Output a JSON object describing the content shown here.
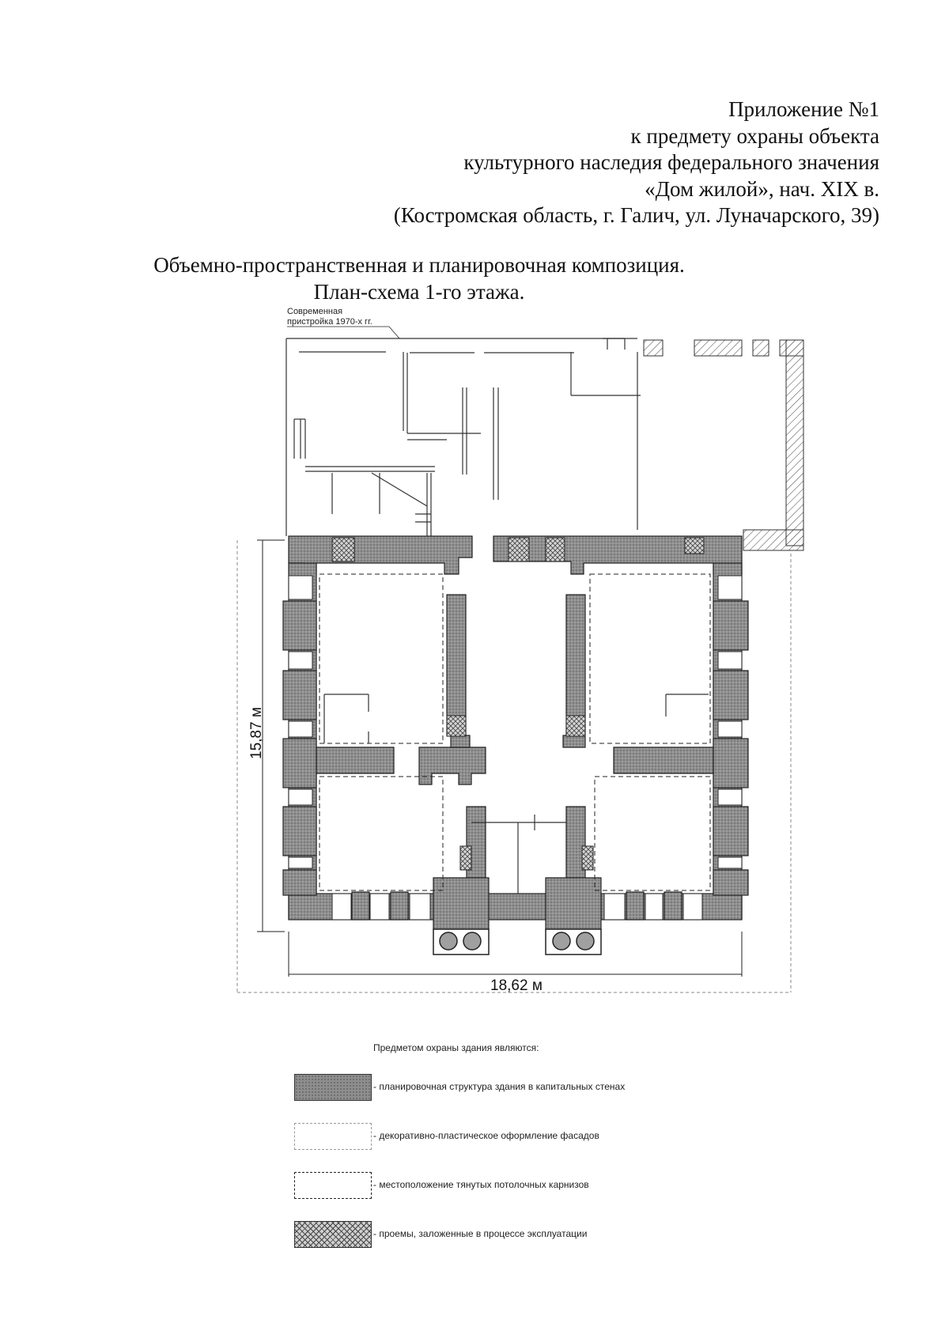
{
  "header": {
    "lines": [
      "Приложение №1",
      "к предмету охраны объекта",
      "культурного наследия федерального значения",
      "«Дом жилой», нач. XIX в.",
      "(Костромская область, г. Галич, ул. Луначарского, 39)"
    ]
  },
  "title": {
    "line1": "Объемно-пространственная и планировочная композиция.",
    "line2": "План-схема 1-го этажа."
  },
  "plan": {
    "annex_label_line1": "Современная",
    "annex_label_line2": "пристройка 1970-х гг.",
    "dim_height": "15,87 м",
    "dim_width": "18,62 м"
  },
  "legend": {
    "title": "Предметом охраны здания являются:",
    "items": [
      {
        "text": "- планировочная структура здания в капитальных стенах"
      },
      {
        "text": "- декоративно-пластическое оформление фасадов"
      },
      {
        "text": "- местоположение тянутых потолочных  карнизов"
      },
      {
        "text": "- проемы, заложенные в процессе эксплуатации"
      }
    ]
  }
}
